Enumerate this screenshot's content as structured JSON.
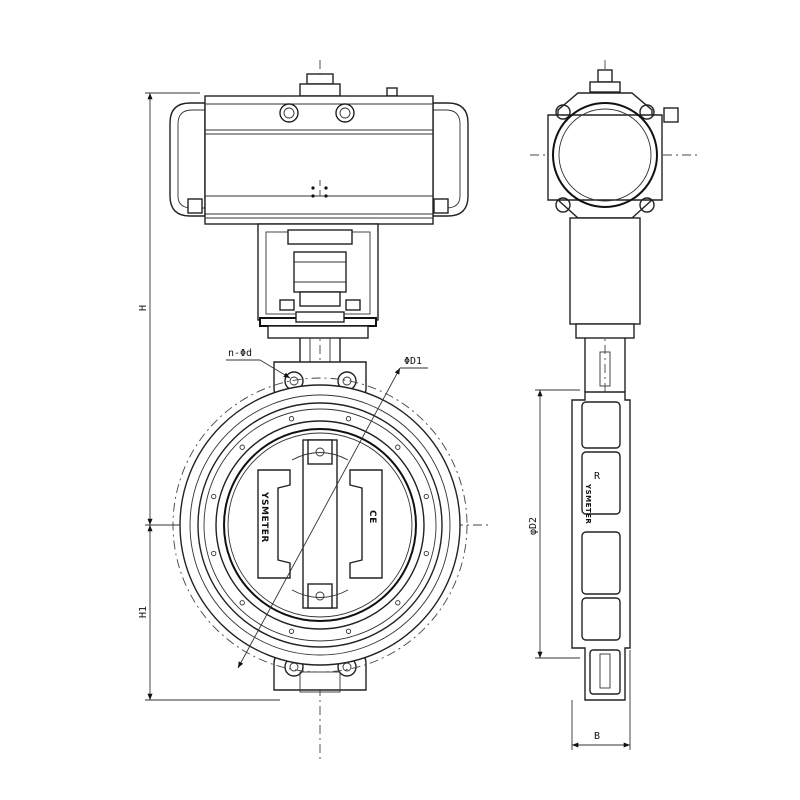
{
  "labels": {
    "height": "H",
    "height_lower": "H1",
    "bolt_holes": "n-Φd",
    "diameter_d1": "ΦD1",
    "diameter_d2": "φD2",
    "body_width": "B"
  },
  "markings": {
    "brand": "YSMETER",
    "cert": "CE",
    "logo_letter": "R"
  },
  "icons": [
    "bolt-icon",
    "arrow-icon"
  ]
}
